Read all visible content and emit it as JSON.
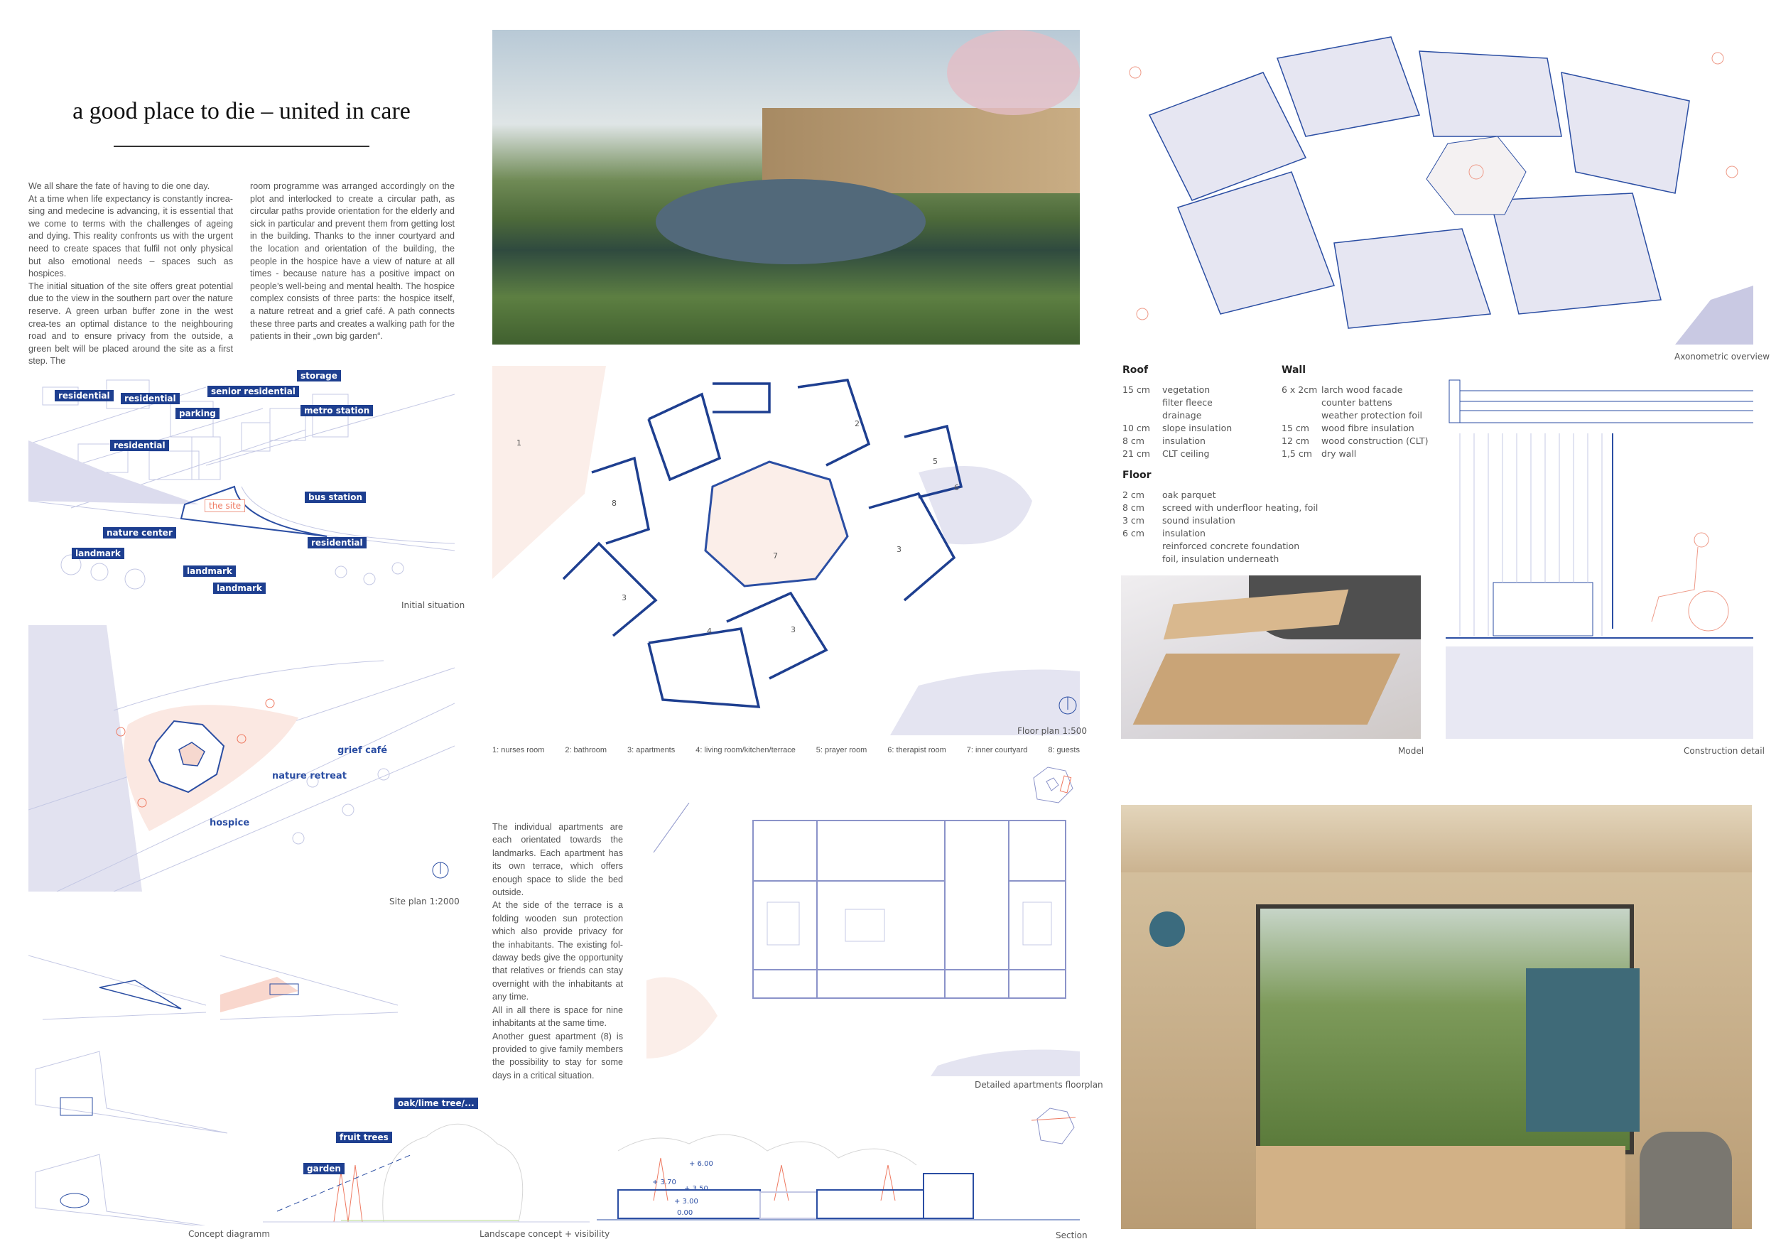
{
  "title": "a good place to die – united in care",
  "intro": {
    "col1": [
      "We all share the fate of having to die one day.",
      "At a time when life expectancy is constantly increa-sing and medecine is advancing, it is essential that we come to terms with the challenges of ageing and dying. This reality confronts us with the urgent need to create spaces that fulfil not only physical but also emotional needs – spaces such as hospices.",
      "The initial situation of the site offers great potential due to the view in the southern part over the nature reserve. A green urban buffer zone in the west crea-tes an optimal distance to the neighbouring road and to ensure privacy from the outside, a green belt will be placed around the site as a first step. The"
    ],
    "col2": [
      "room programme was arranged accordingly on the plot and interlocked to create a circular path, as circular paths provide orientation for the elderly and sick in particular and prevent them from getting lost in the building. Thanks to the inner courtyard and the location and orientation of the building, the people in the hospice have a view of nature at all times - because nature has a positive impact on people’s well-being and mental health. The hospice complex consists of three parts: the hospice itself, a nature retreat and a grief café. A path connects these three parts and creates a walking path for the patients in their „own big garden“."
    ]
  },
  "initial_situation": {
    "caption": "Initial situation",
    "labels": [
      "residential",
      "residential",
      "residential",
      "parking",
      "senior residential",
      "storage",
      "metro station",
      "bus station",
      "the site",
      "nature center",
      "landmark",
      "residential",
      "landmark",
      "landmark"
    ]
  },
  "site_plan": {
    "caption": "Site plan 1:2000",
    "labels": [
      "grief café",
      "nature retreat",
      "hospice"
    ]
  },
  "concept": {
    "caption": "Concept diagramm"
  },
  "landscape": {
    "caption": "Landscape concept + visibility",
    "labels": [
      "oak/lime tree/...",
      "fruit trees",
      "garden"
    ]
  },
  "floor_plan": {
    "caption": "Floor plan 1:500",
    "legend": [
      "1: nurses room",
      "2: bathroom",
      "3: apartments",
      "4: living room/kitchen/terrace",
      "5: prayer room",
      "6: therapist room",
      "7: inner courtyard",
      "8: guests"
    ],
    "room_numbers": [
      "1",
      "2",
      "3",
      "3",
      "3",
      "4",
      "5",
      "6",
      "7",
      "8"
    ]
  },
  "apartments": {
    "text": [
      "The individual apartments are each orientated towards the landmarks. Each apartment has its own terrace, which offers enough space to slide the bed outside.",
      "At the side of the terrace is a folding wooden sun protection which also provide privacy for the inhabitants. The existing fol-daway beds give the opportunity that relatives or friends can stay overnight with the inhabitants at any time.",
      "All in all there is space for nine inhabitants at the same time.",
      "Another guest apartment (8) is provided to give family members the possibility to stay for some days in a critical situation."
    ],
    "caption": "Detailed apartments floorplan"
  },
  "section": {
    "caption": "Section",
    "levels": [
      "+ 6.00",
      "+ 3.70",
      "+ 3.50",
      "+ 3.00",
      "0.00"
    ]
  },
  "axonometric": {
    "caption": "Axonometric overview"
  },
  "specs": {
    "roof": {
      "heading": "Roof",
      "rows": [
        [
          "15 cm",
          "vegetation"
        ],
        [
          "",
          "filter fleece"
        ],
        [
          "",
          "drainage"
        ],
        [
          "10 cm",
          "slope insulation"
        ],
        [
          "8 cm",
          "insulation"
        ],
        [
          "21 cm",
          "CLT ceiling"
        ]
      ]
    },
    "wall": {
      "heading": "Wall",
      "rows": [
        [
          "6 x 2cm",
          "larch wood facade"
        ],
        [
          "",
          "counter battens"
        ],
        [
          "",
          "weather protection foil"
        ],
        [
          "15 cm",
          "wood fibre insulation"
        ],
        [
          "12 cm",
          "wood construction (CLT)"
        ],
        [
          "1,5 cm",
          "dry wall"
        ]
      ]
    },
    "floor": {
      "heading": "Floor",
      "rows": [
        [
          "2 cm",
          "oak parquet"
        ],
        [
          "8 cm",
          "screed with underfloor heating, foil"
        ],
        [
          "3 cm",
          "sound insulation"
        ],
        [
          "6 cm",
          "insulation"
        ],
        [
          "",
          "reinforced concrete foundation"
        ],
        [
          "",
          "foil, insulation underneath"
        ]
      ]
    }
  },
  "model": {
    "caption": "Model"
  },
  "construction_detail": {
    "caption": "Construction detail"
  },
  "colors": {
    "blue": "#1e3f90",
    "line": "#2b4ea3",
    "salmon": "#ee7a62",
    "lilac": "#c9c9e3"
  }
}
